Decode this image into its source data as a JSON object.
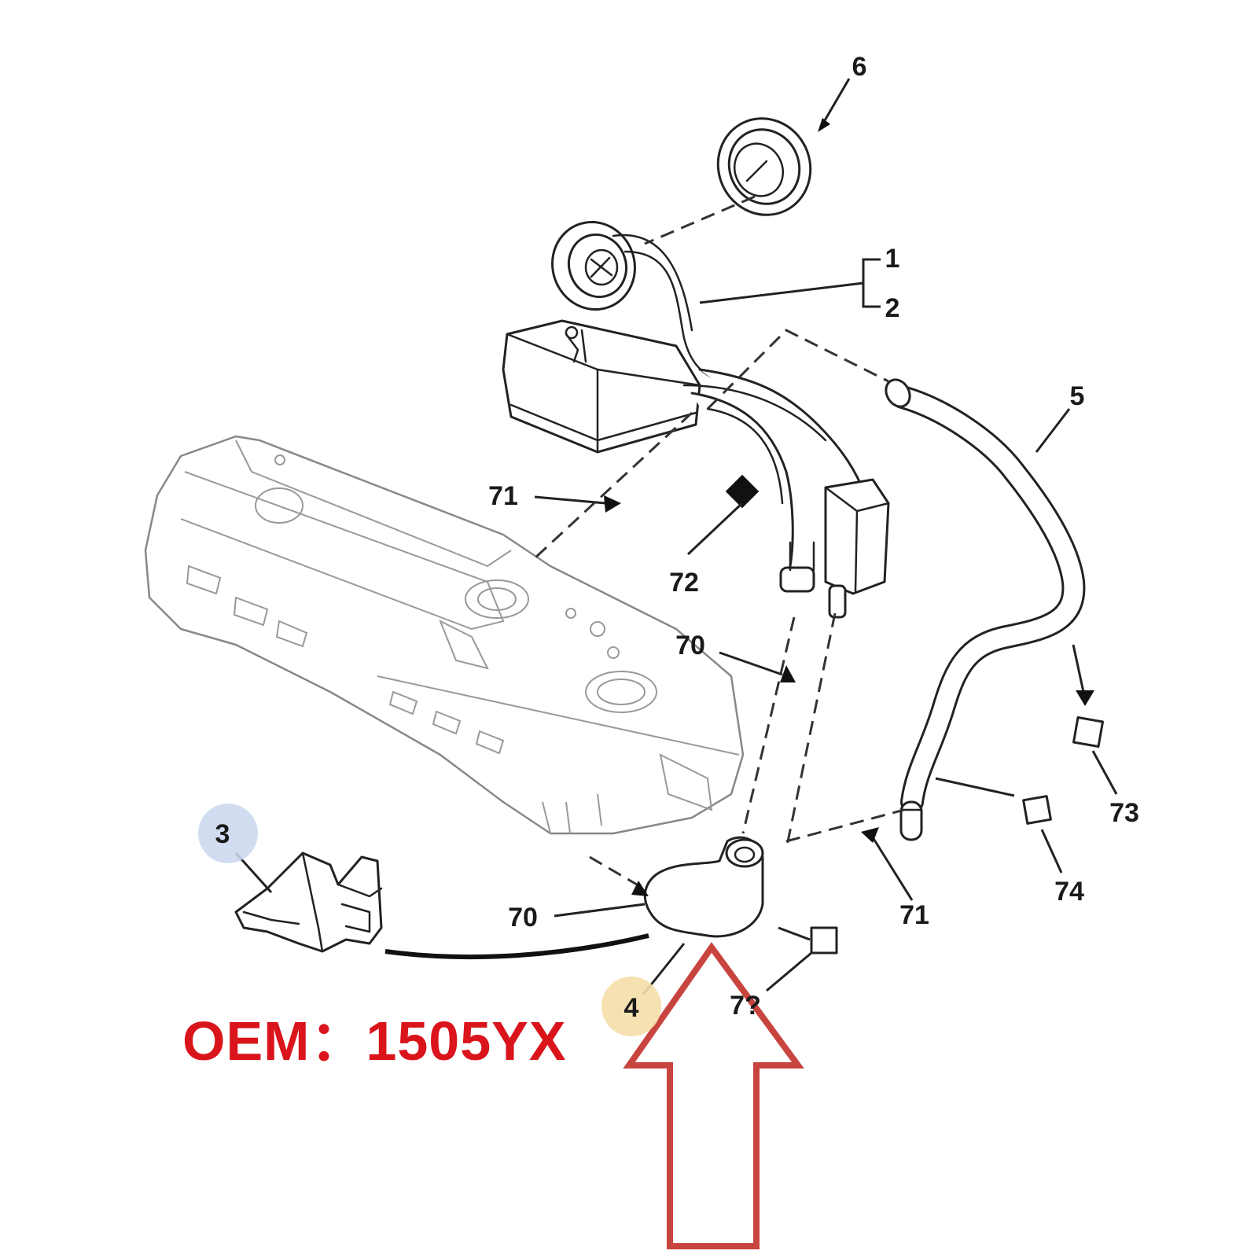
{
  "oem_label": "OEM：1505YX",
  "callouts": {
    "c1": "1",
    "c2": "2",
    "c3": "3",
    "c4": "4",
    "c5": "5",
    "c6": "6",
    "c70a": "70",
    "c70b": "70",
    "c71a": "71",
    "c71b": "71",
    "c72": "72",
    "c73": "73",
    "c74": "74",
    "c7x": "7?"
  },
  "colors": {
    "highlight_arrow": "#c8443f",
    "oem_text": "#d9141b",
    "badge_3": "#c9d6ee",
    "badge_4": "#f5dfa8"
  }
}
